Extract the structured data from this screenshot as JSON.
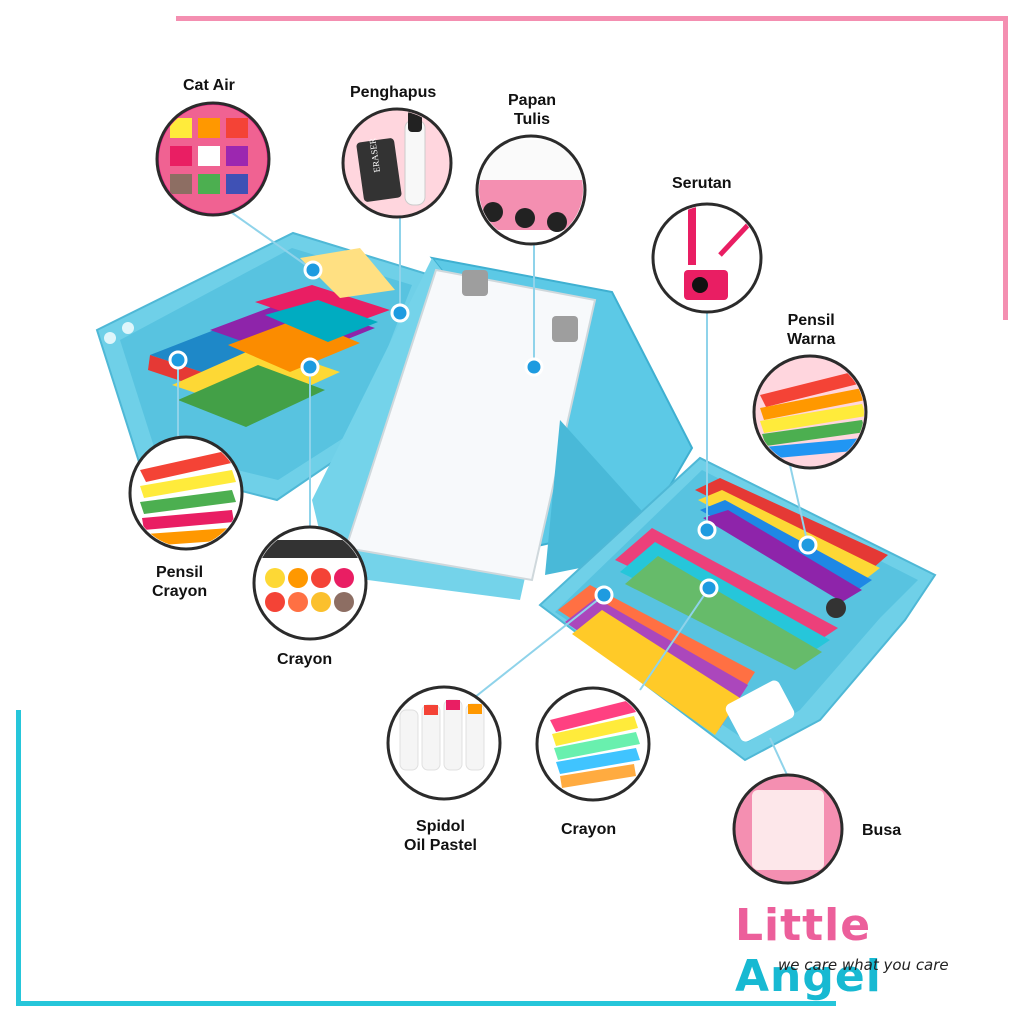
{
  "labels": {
    "cat_air": "Cat Air",
    "penghapus": "Penghapus",
    "papan_tulis": "Papan\nTulis",
    "serutan": "Serutan",
    "pensil_warna": "Pensil\nWarna",
    "pensil_crayon": "Pensil\nCrayon",
    "crayon_left": "Crayon",
    "spidol_oil_pastel": "Spidol\nOil Pastel",
    "crayon_bottom": "Crayon",
    "busa": "Busa"
  },
  "eraser_text": "ERASER",
  "brand": {
    "word1": "Little",
    "word2": "Angel",
    "tagline": "we care what you care"
  },
  "colors": {
    "frame_pink": "#f48fb1",
    "frame_cyan": "#26c6da",
    "case_blue": "#6fd0e8",
    "dot_blue": "#1e9be0",
    "circle_bg": "#ffd6de"
  }
}
